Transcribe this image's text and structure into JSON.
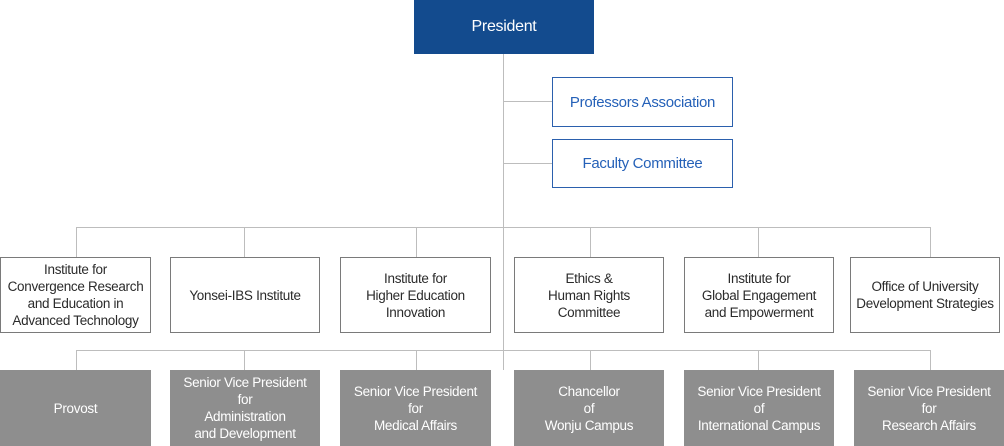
{
  "president": {
    "label": "President"
  },
  "councils": [
    {
      "id": "professors-association",
      "label": "Professors Association"
    },
    {
      "id": "faculty-committee",
      "label": "Faculty Committee"
    }
  ],
  "institutes": [
    {
      "id": "convergence-research",
      "label": "Institute for\nConvergence Research\nand Education in\nAdvanced Technology"
    },
    {
      "id": "yonsei-ibs",
      "label": "Yonsei-IBS Institute"
    },
    {
      "id": "higher-education",
      "label": "Institute for\nHigher Education\nInnovation"
    },
    {
      "id": "ethics-human-rights",
      "label": "Ethics &\nHuman Rights\nCommittee"
    },
    {
      "id": "global-engagement",
      "label": "Institute for\nGlobal Engagement\nand Empowerment"
    },
    {
      "id": "development-strategies",
      "label": "Office of University\nDevelopment Strategies"
    }
  ],
  "executives": [
    {
      "id": "provost",
      "label": "Provost"
    },
    {
      "id": "svp-administration",
      "label": "Senior Vice President\nfor\nAdministration\nand Development"
    },
    {
      "id": "svp-medical",
      "label": "Senior Vice President\nfor\nMedical Affairs"
    },
    {
      "id": "chancellor-wonju",
      "label": "Chancellor\nof\nWonju Campus"
    },
    {
      "id": "svp-international",
      "label": "Senior Vice President\nof\nInternational Campus"
    },
    {
      "id": "svp-research",
      "label": "Senior Vice President\nfor\nResearch Affairs"
    }
  ],
  "colors": {
    "president_fill": "#134b8e",
    "council_border": "#2b60ad",
    "council_text": "#2561b8",
    "executive_fill": "#8e8e8e",
    "connector": "#bdbdbd"
  }
}
